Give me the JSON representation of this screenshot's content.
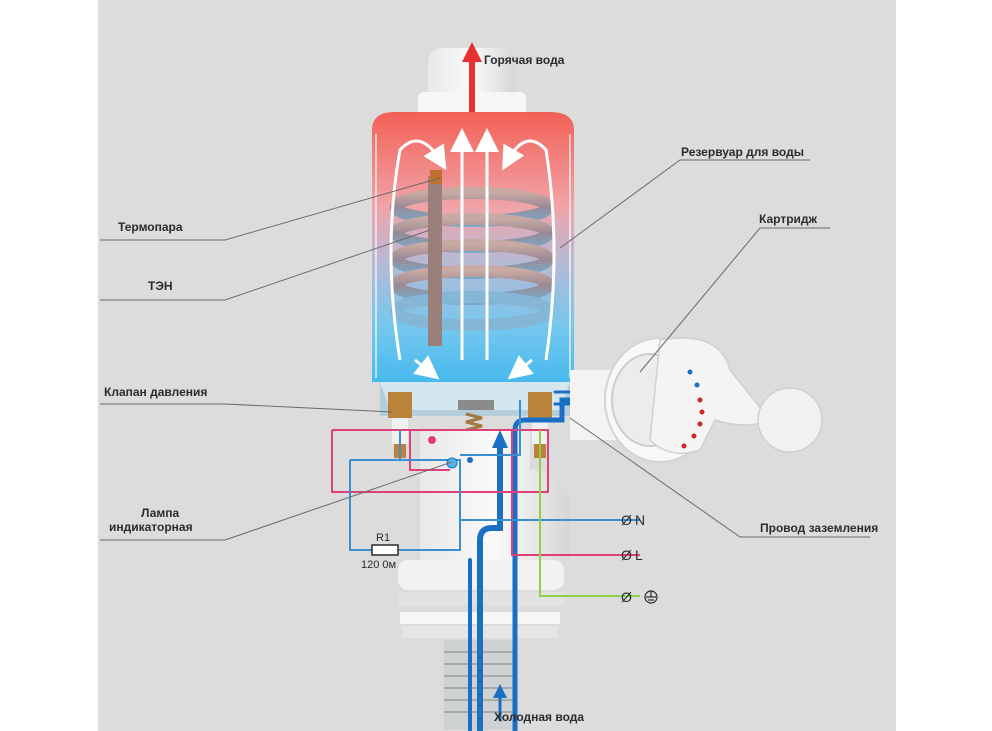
{
  "labels": {
    "hot_water": "Горячая вода",
    "reservoir": "Резервуар для воды",
    "cartridge": "Картридж",
    "thermocouple": "Термопара",
    "heater": "ТЭН",
    "pressure_valve": "Клапан давления",
    "indicator_lamp_line1": "Лампа",
    "indicator_lamp_line2": "индикаторная",
    "ground_wire": "Провод заземления",
    "cold_water": "Холодная вода"
  },
  "circuit": {
    "resistor_name": "R1",
    "resistor_value": "120 0м",
    "terminal_n": "N",
    "terminal_l": "L",
    "terminal_prefix": "Ø"
  },
  "colors": {
    "hot": "#f04040",
    "cold": "#1f8fe0",
    "pipe": "#1a6fc4",
    "phase_wire": "#e0407a",
    "neutral_wire": "#3a8fd0",
    "ground_wire": "#8fd04a",
    "leader": "#6a6a6a"
  }
}
